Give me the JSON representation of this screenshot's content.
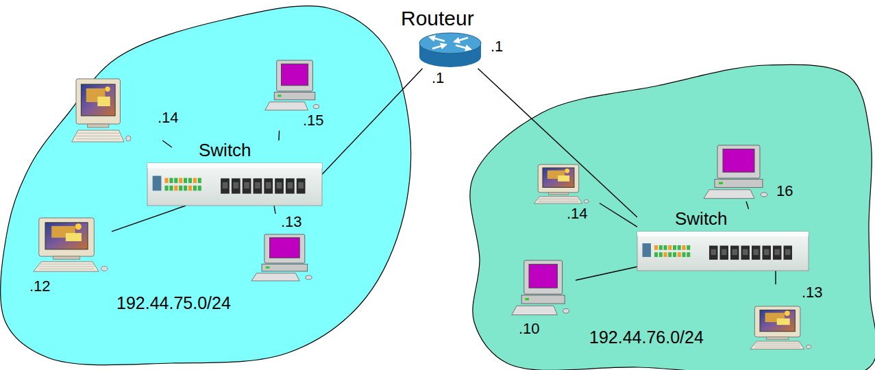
{
  "diagram": {
    "nodes": [
      {
        "text": [
          "192.44.75.0/24"
        ]
      },
      {
        "text": [
          "Switch"
        ],
        "in": 0
      },
      {
        "text": [
          ".14"
        ],
        "in": 0
      },
      {
        "text": [
          ".15"
        ],
        "in": 0
      },
      {
        "text": [
          ".12"
        ],
        "in": 0
      },
      {
        "text": [
          ".13"
        ],
        "in": 0
      },
      {
        "text": [
          "Routeur"
        ]
      },
      {
        "text": [
          "192.44.76.0/24"
        ]
      },
      {
        "text": [
          "Switch"
        ],
        "in": 7
      },
      {
        "text": [
          ".14"
        ],
        "in": 7
      },
      {
        "text": [
          "16"
        ],
        "in": 7
      },
      {
        "text": [
          ".10"
        ],
        "in": 7
      },
      {
        "text": [
          ".13"
        ],
        "in": 7
      }
    ],
    "edges": [
      {
        "from": 2,
        "to": 1,
        "arrow": "none"
      },
      {
        "from": 3,
        "to": 1,
        "arrow": "none"
      },
      {
        "from": 4,
        "to": 1,
        "arrow": "none"
      },
      {
        "from": 5,
        "to": 1,
        "arrow": "none"
      },
      {
        "from": 6,
        "to": 1,
        "label": ".1",
        "arrow": "none"
      },
      {
        "from": 6,
        "to": 8,
        "label": ".1",
        "arrow": "none"
      },
      {
        "from": 9,
        "to": 8,
        "arrow": "none"
      },
      {
        "from": 10,
        "to": 8,
        "arrow": "none"
      },
      {
        "from": 11,
        "to": 8,
        "arrow": "none"
      },
      {
        "from": 12,
        "to": 8,
        "arrow": "none"
      }
    ]
  }
}
